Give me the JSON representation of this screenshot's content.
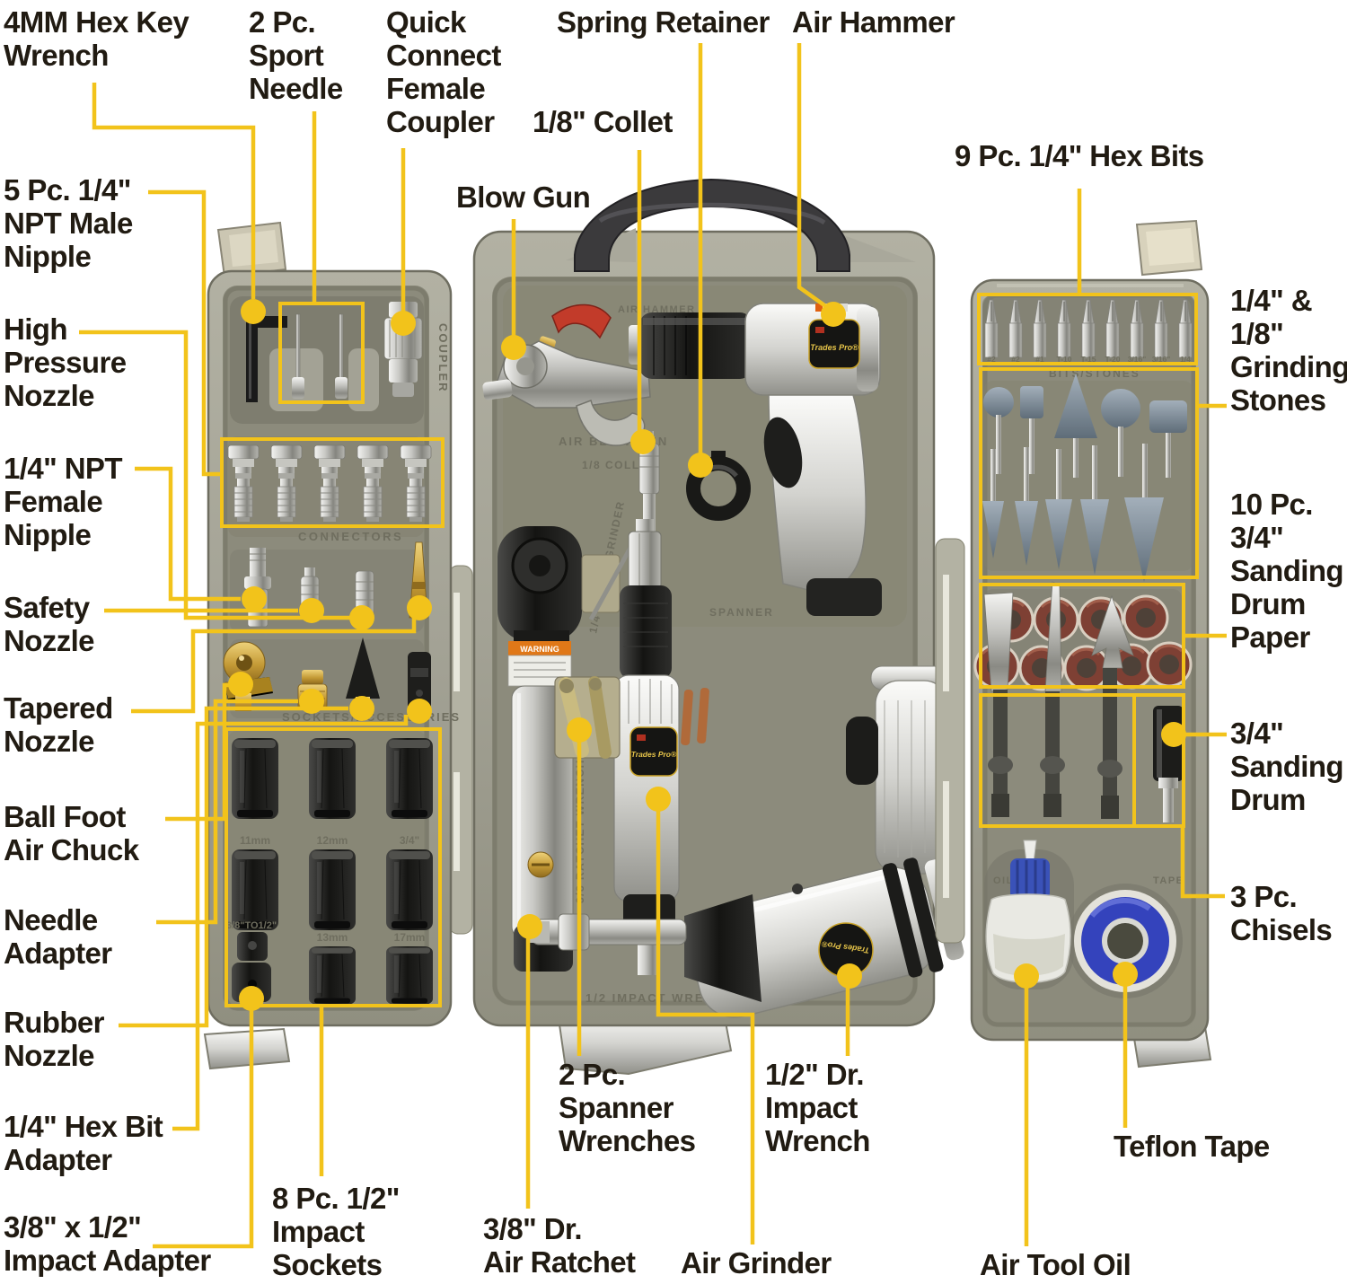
{
  "colors": {
    "leader_yellow": "#F2C31B",
    "label_text": "#211B12",
    "case_olive": "#A5A497",
    "tray_olive": "#8C8B7C",
    "handle_gray": "#3B3A3C",
    "lever_red": "#C23B2A",
    "tape_blue": "#3443BC",
    "drum_paper_red": "#7E4034",
    "stone_gray": "#8E9BA7",
    "brass": "#C49A36"
  },
  "callouts": {
    "hex_key": "4MM Hex Key\nWrench",
    "sport_needle": "2 Pc.\nSport\nNeedle",
    "quick_coupler": "Quick\nConnect\nFemale\nCoupler",
    "spring_retainer": "Spring Retainer",
    "air_hammer": "Air Hammer",
    "collet": "1/8\" Collet",
    "blow_gun": "Blow Gun",
    "male_nipple": "5 Pc. 1/4\"\nNPT Male\nNipple",
    "hex_bits": "9 Pc. 1/4\" Hex Bits",
    "grinding_stones": "1/4\" &\n1/8\"\nGrinding\nStones",
    "high_pressure": "High\nPressure\nNozzle",
    "female_nipple": "1/4\" NPT\nFemale\nNipple",
    "safety_nozzle": "Safety\nNozzle",
    "tapered_nozzle": "Tapered\nNozzle",
    "ball_foot": "Ball Foot\nAir Chuck",
    "needle_adapter": "Needle\nAdapter",
    "rubber_nozzle": "Rubber\nNozzle",
    "hex_bit_adapter": "1/4\" Hex Bit\nAdapter",
    "impact_adapter": "3/8\" x 1/2\"\nImpact Adapter",
    "drum_paper": "10 Pc.\n3/4\"\nSanding\nDrum\nPaper",
    "sanding_drum": "3/4\"\nSanding\nDrum",
    "chisels": "3 Pc.\nChisels",
    "impact_sockets": "8 Pc. 1/2\"\nImpact\nSockets",
    "air_ratchet": "3/8\" Dr.\nAir Ratchet",
    "spanner": "2 Pc.\nSpanner\nWrenches",
    "air_grinder": "Air Grinder",
    "impact_wrench": "1/2\" Dr.\nImpact\nWrench",
    "teflon_tape": "Teflon Tape",
    "air_tool_oil": "Air Tool Oil"
  },
  "molded": {
    "coupler": "COUPLER",
    "connectors": "CONNECTORS",
    "sockets_accessories": "SOCKETS/ACCESSORIES",
    "air_blow_gun": "AIR BLOW GUN",
    "collet": "1/8 COLLET",
    "spanner": "SPANNER",
    "die_grinder": "1/4 AIR DIE GRINDER",
    "ratchet_wrench": "3/8 RATCHET WRENCH",
    "impact_wrench": "1/2 IMPACT WRENCH",
    "air_hammer": "AIR HAMMER",
    "bits_stones": "BITS/STONES",
    "oil": "OIL",
    "tape": "TAPE",
    "socket_sizes": [
      "11mm",
      "12mm",
      "3/4\"",
      "3/8\"TO1/2\"",
      "13mm",
      "17mm"
    ],
    "bit_sizes": [
      "#2",
      "#2",
      "#1",
      "T-10",
      "T-15",
      "T-20",
      "3/16\"",
      "3/16\"",
      "1/4"
    ]
  },
  "stickers": {
    "brand": "Trades Pro®",
    "warning": "WARNING"
  }
}
